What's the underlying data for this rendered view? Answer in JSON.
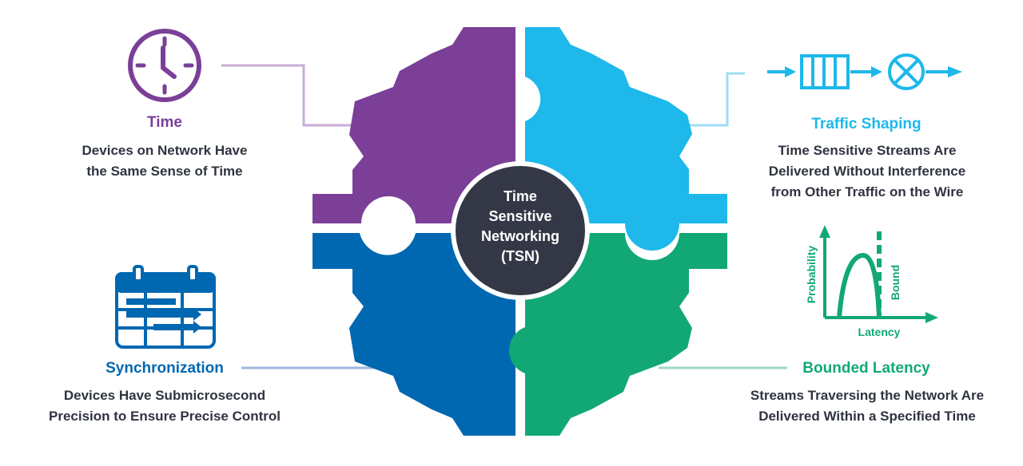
{
  "center": {
    "line1": "Time",
    "line2": "Sensitive",
    "line3": "Networking",
    "line4": "(TSN)"
  },
  "quadrants": {
    "time": {
      "title": "Time",
      "desc_line1": "Devices on Network Have",
      "desc_line2": "the Same Sense of Time",
      "color": "#7b3f98"
    },
    "traffic_shaping": {
      "title": "Traffic Shaping",
      "desc_line1": "Time Sensitive Streams Are",
      "desc_line2": "Delivered Without Interference",
      "desc_line3": "from Other Traffic on the Wire",
      "color": "#1eb8ea"
    },
    "synchronization": {
      "title": "Synchronization",
      "desc_line1": "Devices Have Submicrosecond",
      "desc_line2": "Precision to Ensure Precise Control",
      "color": "#0067b1"
    },
    "bounded_latency": {
      "title": "Bounded Latency",
      "desc_line1": "Streams Traversing the Network Are",
      "desc_line2": "Delivered Within a Specified Time",
      "color": "#12a876"
    }
  },
  "latency_plot": {
    "ylabel": "Probability",
    "xlabel": "Latency",
    "bound_label": "Bound"
  },
  "icons": {
    "time": "clock-icon",
    "traffic_shaping": "queue-scheduler-icon",
    "synchronization": "calendar-schedule-icon",
    "bounded_latency": "latency-distribution-icon"
  },
  "colors": {
    "center_circle": "#343846",
    "text_dark": "#2f3440"
  }
}
